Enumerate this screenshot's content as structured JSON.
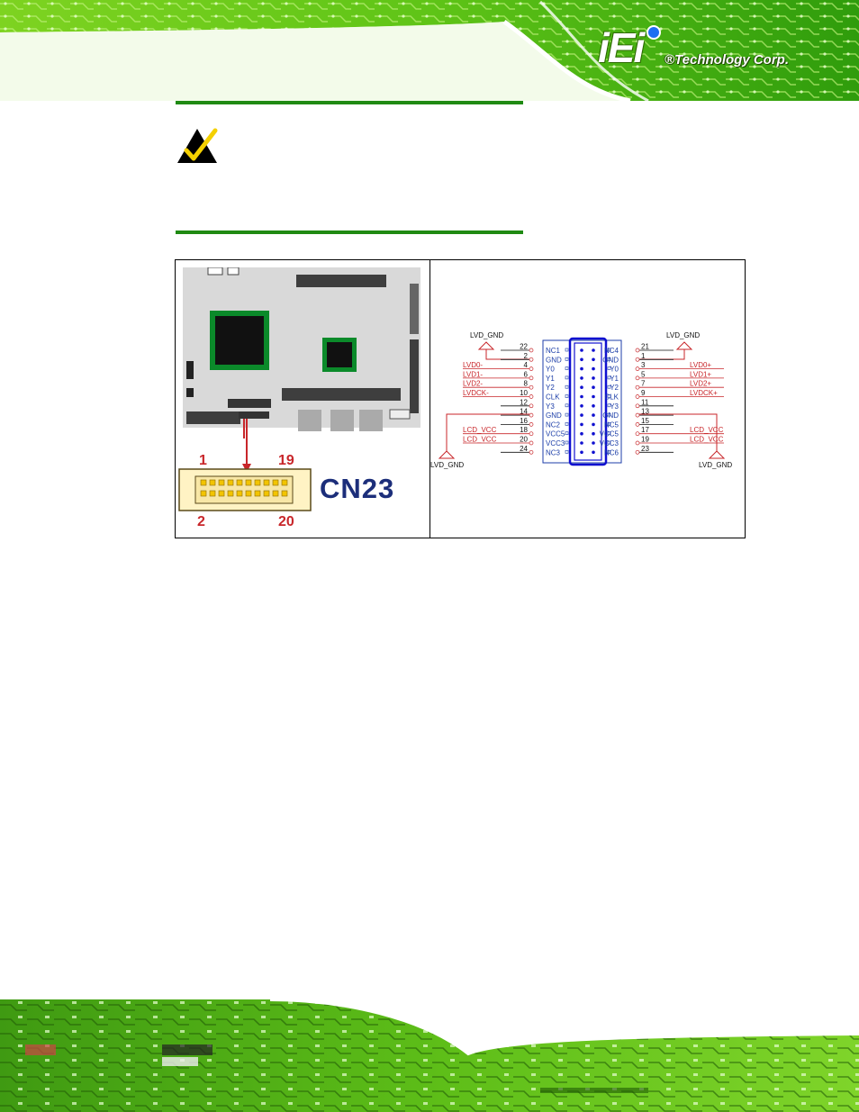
{
  "header": {
    "logo_mark": "iEi",
    "logo_tagline": "®Technology Corp."
  },
  "note": {
    "icon": "checkmark-warning-icon",
    "accent_color": "#1f8a12"
  },
  "figure": {
    "connector_label": "CN23",
    "pin_labels": {
      "top_left": "1",
      "top_right": "19",
      "bottom_left": "2",
      "bottom_right": "20"
    },
    "schematic": {
      "ground_labels": [
        "LVD_GND",
        "LVD_GND",
        "LVD_GND",
        "LVD_GND"
      ],
      "left_pins": [
        {
          "num": "22",
          "name": "NC1",
          "net": ""
        },
        {
          "num": "2",
          "name": "GND",
          "net": ""
        },
        {
          "num": "4",
          "name": "Y0",
          "net": "LVD0-"
        },
        {
          "num": "6",
          "name": "Y1",
          "net": "LVD1-"
        },
        {
          "num": "8",
          "name": "Y2",
          "net": "LVD2-"
        },
        {
          "num": "10",
          "name": "CLK",
          "net": "LVDCK-"
        },
        {
          "num": "12",
          "name": "Y3",
          "net": ""
        },
        {
          "num": "14",
          "name": "GND",
          "net": ""
        },
        {
          "num": "16",
          "name": "NC2",
          "net": ""
        },
        {
          "num": "18",
          "name": "VCC5",
          "net": "LCD_VCC"
        },
        {
          "num": "20",
          "name": "VCC3",
          "net": "LCD_VCC"
        },
        {
          "num": "24",
          "name": "NC3",
          "net": ""
        }
      ],
      "right_pins": [
        {
          "num": "21",
          "name": "NC4",
          "net": ""
        },
        {
          "num": "1",
          "name": "GND",
          "net": ""
        },
        {
          "num": "3",
          "name": "Y0",
          "net": "LVD0+"
        },
        {
          "num": "5",
          "name": "Y1",
          "net": "LVD1+"
        },
        {
          "num": "7",
          "name": "Y2",
          "net": "LVD2+"
        },
        {
          "num": "9",
          "name": "CLK",
          "net": "LVDCK+"
        },
        {
          "num": "11",
          "name": "Y3",
          "net": ""
        },
        {
          "num": "13",
          "name": "GND",
          "net": ""
        },
        {
          "num": "15",
          "name": "NC5",
          "net": ""
        },
        {
          "num": "17",
          "name": "VCC5",
          "net": "LCD_VCC"
        },
        {
          "num": "19",
          "name": "VCC3",
          "net": "LCD_VCC"
        },
        {
          "num": "23",
          "name": "NC6",
          "net": ""
        }
      ]
    }
  }
}
